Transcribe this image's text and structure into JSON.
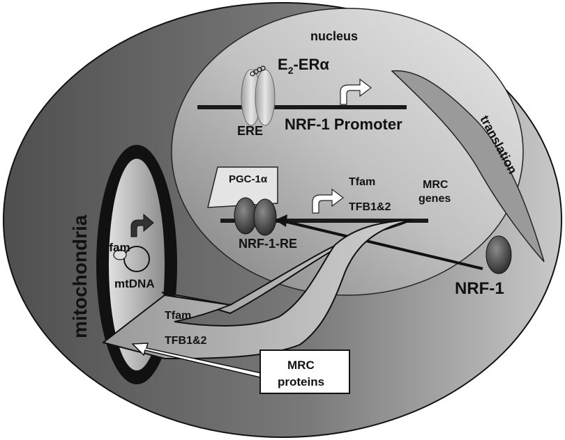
{
  "labels": {
    "nucleus": "nucleus",
    "e2_er_main": "E",
    "e2_er_sub": "2",
    "e2_er_rest": "-ERα",
    "ere": "ERE",
    "nrf1_promoter": "NRF-1 Promoter",
    "translation": "translation",
    "pgc1a": "PGC-1α",
    "tfam_nuclear": "Tfam",
    "tfb_nuclear": "TFB1&2",
    "mrc_genes_line1": "MRC",
    "mrc_genes_line2": "genes",
    "nrf1_re": "NRF-1-RE",
    "nrf1_protein": "NRF-1",
    "mitochondria": "mitochondria",
    "tfam_mito": "Tfam",
    "mtdna": "mtDNA",
    "tfam_arrow": "Tfam",
    "tfb_arrow": "TFB1&2",
    "mrc_proteins_line1": "MRC",
    "mrc_proteins_line2": "proteins"
  },
  "colors": {
    "cell_dark": "#555555",
    "cell_light": "#cfcfcf",
    "nucleus_light": "#e6e6e6",
    "nucleus_dark": "#8a8a8a",
    "dna_line": "#1a1a1a",
    "white": "#ffffff"
  }
}
